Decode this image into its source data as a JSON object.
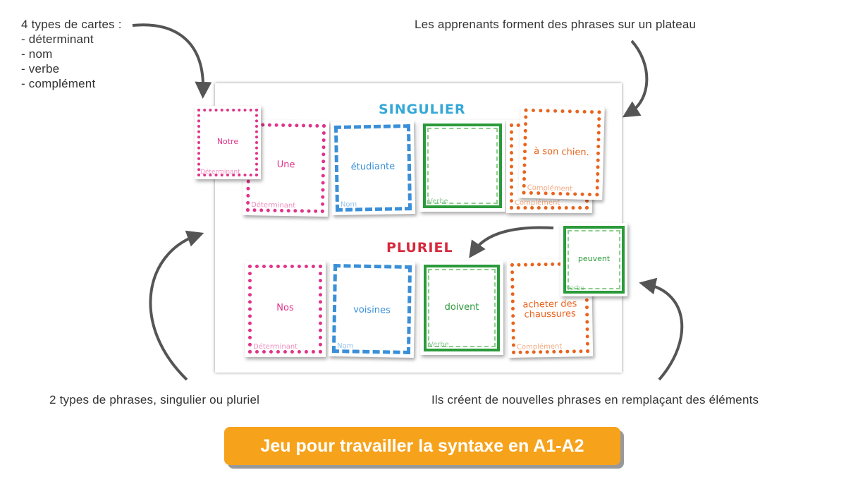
{
  "annotations": {
    "card_types_title": "4 types de cartes :",
    "card_types": [
      "- déterminant",
      "- nom",
      "- verbe",
      "- complément"
    ],
    "board_note": "Les apprenants forment des phrases sur un plateau",
    "sentence_types_note": "2 types de phrases, singulier ou pluriel",
    "replace_note": "Ils créent de nouvelles phrases en remplaçant des éléments"
  },
  "board": {
    "singular_title": "SINGULIER",
    "plural_title": "PLURIEL",
    "singular_cards": [
      {
        "word": "Notre",
        "type": "Déterminant"
      },
      {
        "word": "Une",
        "type": "Déterminant"
      },
      {
        "word": "étudiante",
        "type": "Nom"
      },
      {
        "word": "",
        "type": "Verbe"
      },
      {
        "word": "",
        "type": "Complément"
      },
      {
        "word": "à son chien.",
        "type": "Complément"
      }
    ],
    "plural_cards": [
      {
        "word": "Nos",
        "type": "Déterminant"
      },
      {
        "word": "voisines",
        "type": "Nom"
      },
      {
        "word": "doivent",
        "type": "Verbe"
      },
      {
        "word": "acheter des chaussures",
        "type": "Complément"
      },
      {
        "word": "peuvent",
        "type": "Verbe"
      }
    ]
  },
  "cta": {
    "label": "Jeu pour travailler la syntaxe en A1-A2"
  },
  "colors": {
    "determinant": "#e0338a",
    "nom": "#3a8fd8",
    "verbe": "#2a9a3a",
    "complement": "#e8641e",
    "singulier": "#35a8d8",
    "pluriel": "#d8283c",
    "cta": "#f7a21b"
  }
}
